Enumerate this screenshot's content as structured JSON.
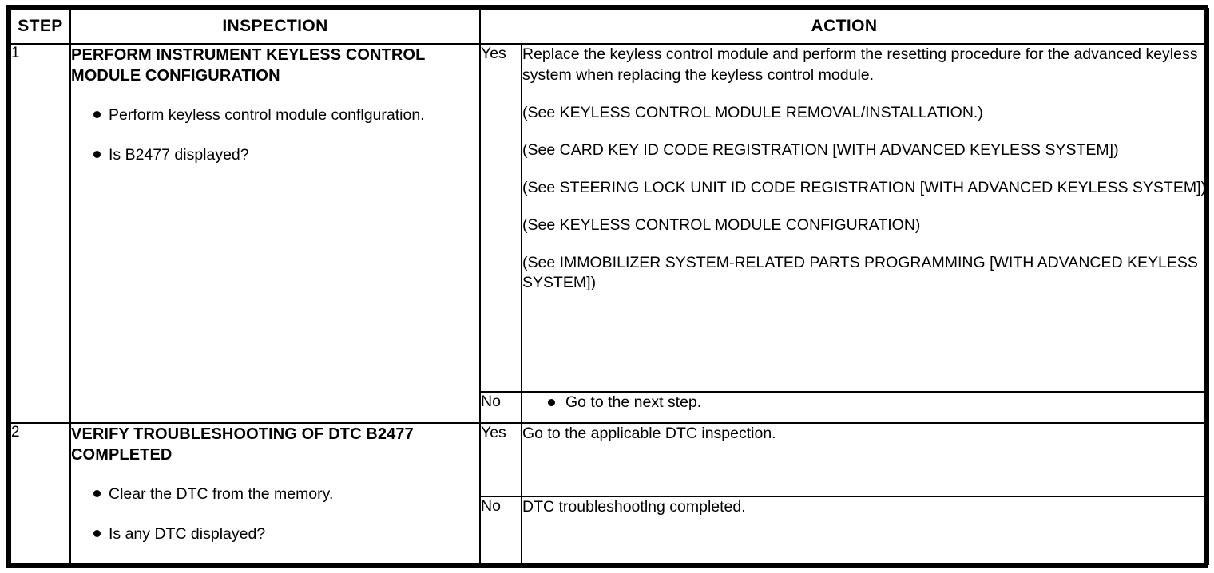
{
  "table": {
    "headers": {
      "step": "STEP",
      "inspection": "INSPECTION",
      "action": "ACTION"
    },
    "rows": [
      {
        "step": "1",
        "inspection": {
          "title": "PERFORM INSTRUMENT KEYLESS CONTROL MODULE CONFIGURATION",
          "bullets": [
            "Perform keyless control module conflguration.",
            "Is B2477 displayed?"
          ]
        },
        "branches": [
          {
            "label": "Yes",
            "paragraphs": [
              "Replace the keyless control module and perform the resetting procedure for the advanced keyless system when replacing the keyless control module.",
              "(See KEYLESS CONTROL MODULE REMOVAL/INSTALLATION.)",
              "(See CARD KEY ID CODE REGISTRATION [WITH ADVANCED KEYLESS SYSTEM])",
              "(See STEERING LOCK UNIT ID CODE REGISTRATION [WITH ADVANCED KEYLESS SYSTEM])",
              "(See KEYLESS CONTROL MODULE CONFIGURATION)",
              "(See IMMOBILIZER SYSTEM-RELATED PARTS PROGRAMMING [WITH ADVANCED KEYLESS SYSTEM])"
            ],
            "bullets": []
          },
          {
            "label": "No",
            "paragraphs": [],
            "bullets": [
              "Go to the next step."
            ]
          }
        ]
      },
      {
        "step": "2",
        "inspection": {
          "title": "VERIFY TROUBLESHOOTING OF DTC B2477 COMPLETED",
          "bullets": [
            "Clear the DTC from the memory.",
            "Is any DTC displayed?"
          ]
        },
        "branches": [
          {
            "label": "Yes",
            "paragraphs": [
              "Go to the applicable DTC inspection."
            ],
            "bullets": []
          },
          {
            "label": "No",
            "paragraphs": [
              "DTC troubleshootlng completed."
            ],
            "bullets": []
          }
        ]
      }
    ]
  },
  "colors": {
    "border": "#000000",
    "text": "#000000",
    "background": "#ffffff"
  }
}
